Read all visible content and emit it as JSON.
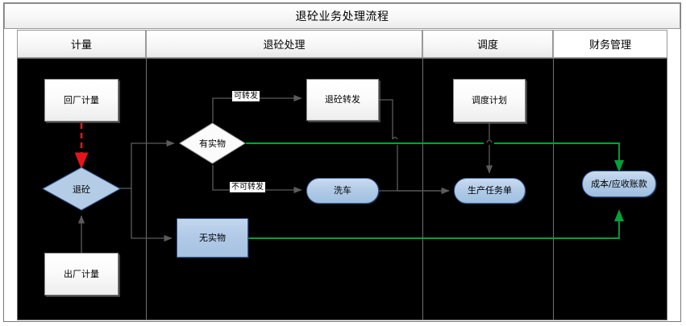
{
  "diagram": {
    "title": "退砼业务处理流程",
    "type": "swimlane-flowchart",
    "lanes": [
      {
        "id": "lane-metering",
        "label": "计量"
      },
      {
        "id": "lane-handling",
        "label": "退砼处理"
      },
      {
        "id": "lane-dispatch",
        "label": "调度"
      },
      {
        "id": "lane-finance",
        "label": "财务管理"
      }
    ],
    "nodes": [
      {
        "id": "n1",
        "label": "回厂计量",
        "shape": "rectangle",
        "lane": "计量"
      },
      {
        "id": "n2",
        "label": "退砼",
        "shape": "diamond-blue",
        "lane": "计量"
      },
      {
        "id": "n3",
        "label": "出厂计量",
        "shape": "rectangle",
        "lane": "计量"
      },
      {
        "id": "n4",
        "label": "有实物",
        "shape": "diamond-white",
        "lane": "退砼处理"
      },
      {
        "id": "n5",
        "label": "退砼转发",
        "shape": "rectangle",
        "lane": "退砼处理"
      },
      {
        "id": "n6",
        "label": "洗车",
        "shape": "rounded-blue",
        "lane": "退砼处理"
      },
      {
        "id": "n7",
        "label": "无实物",
        "shape": "rectangle-blue",
        "lane": "退砼处理"
      },
      {
        "id": "n8",
        "label": "调度计划",
        "shape": "rectangle",
        "lane": "调度"
      },
      {
        "id": "n9",
        "label": "生产任务单",
        "shape": "rounded-blue",
        "lane": "调度"
      },
      {
        "id": "n10",
        "label": "成本/应收账款",
        "shape": "rounded-blue",
        "lane": "财务管理"
      }
    ],
    "edge_labels": [
      {
        "id": "e-yes",
        "label": "可转发"
      },
      {
        "id": "e-no",
        "label": "不可转发"
      }
    ],
    "colors": {
      "alert_flow": "#e8131a",
      "finance_flow": "#00a23a",
      "default_flow": "#555555",
      "canvas": "#000000",
      "node_blue_fill": "#b0c9e6",
      "node_blue_border": "#33558c"
    }
  }
}
